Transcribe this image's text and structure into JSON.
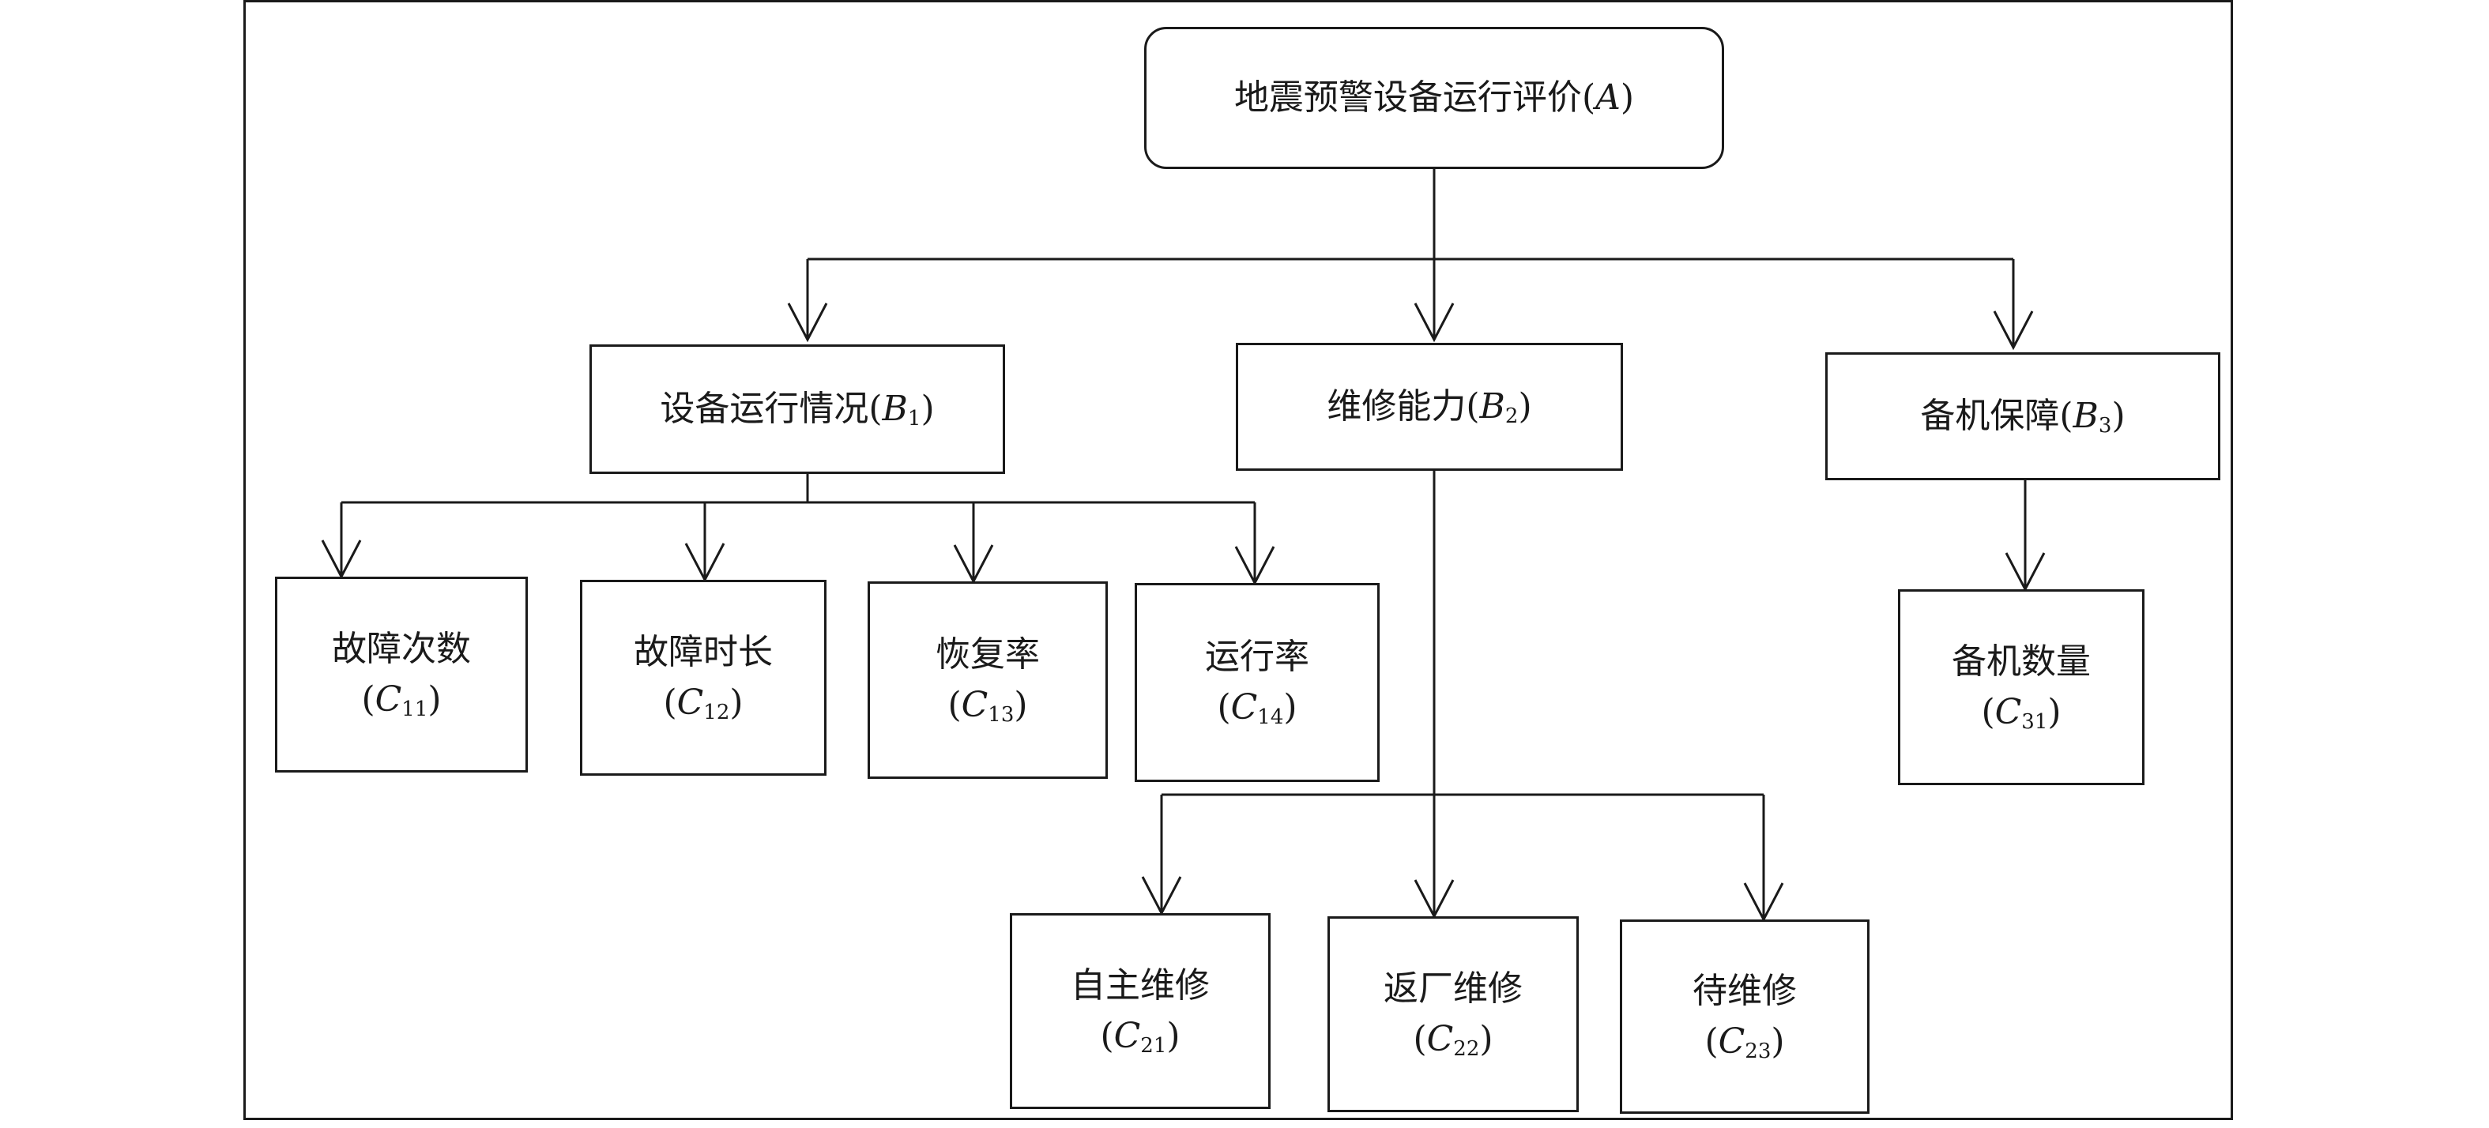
{
  "colors": {
    "line": "#1a1a1a",
    "background": "#ffffff"
  },
  "root": {
    "label": "地震预警设备运行评价",
    "sym": "A"
  },
  "b_nodes": [
    {
      "label": "设备运行情况",
      "sym": "B",
      "sub": "1"
    },
    {
      "label": "维修能力",
      "sym": "B",
      "sub": "2"
    },
    {
      "label": "备机保障",
      "sym": "B",
      "sub": "3"
    }
  ],
  "c_nodes": [
    {
      "label": "故障次数",
      "sym": "C",
      "sub": "11"
    },
    {
      "label": "故障时长",
      "sym": "C",
      "sub": "12"
    },
    {
      "label": "恢复率",
      "sym": "C",
      "sub": "13"
    },
    {
      "label": "运行率",
      "sym": "C",
      "sub": "14"
    },
    {
      "label": "自主维修",
      "sym": "C",
      "sub": "21"
    },
    {
      "label": "返厂维修",
      "sym": "C",
      "sub": "22"
    },
    {
      "label": "待维修",
      "sym": "C",
      "sub": "23"
    },
    {
      "label": "备机数量",
      "sym": "C",
      "sub": "31"
    }
  ]
}
